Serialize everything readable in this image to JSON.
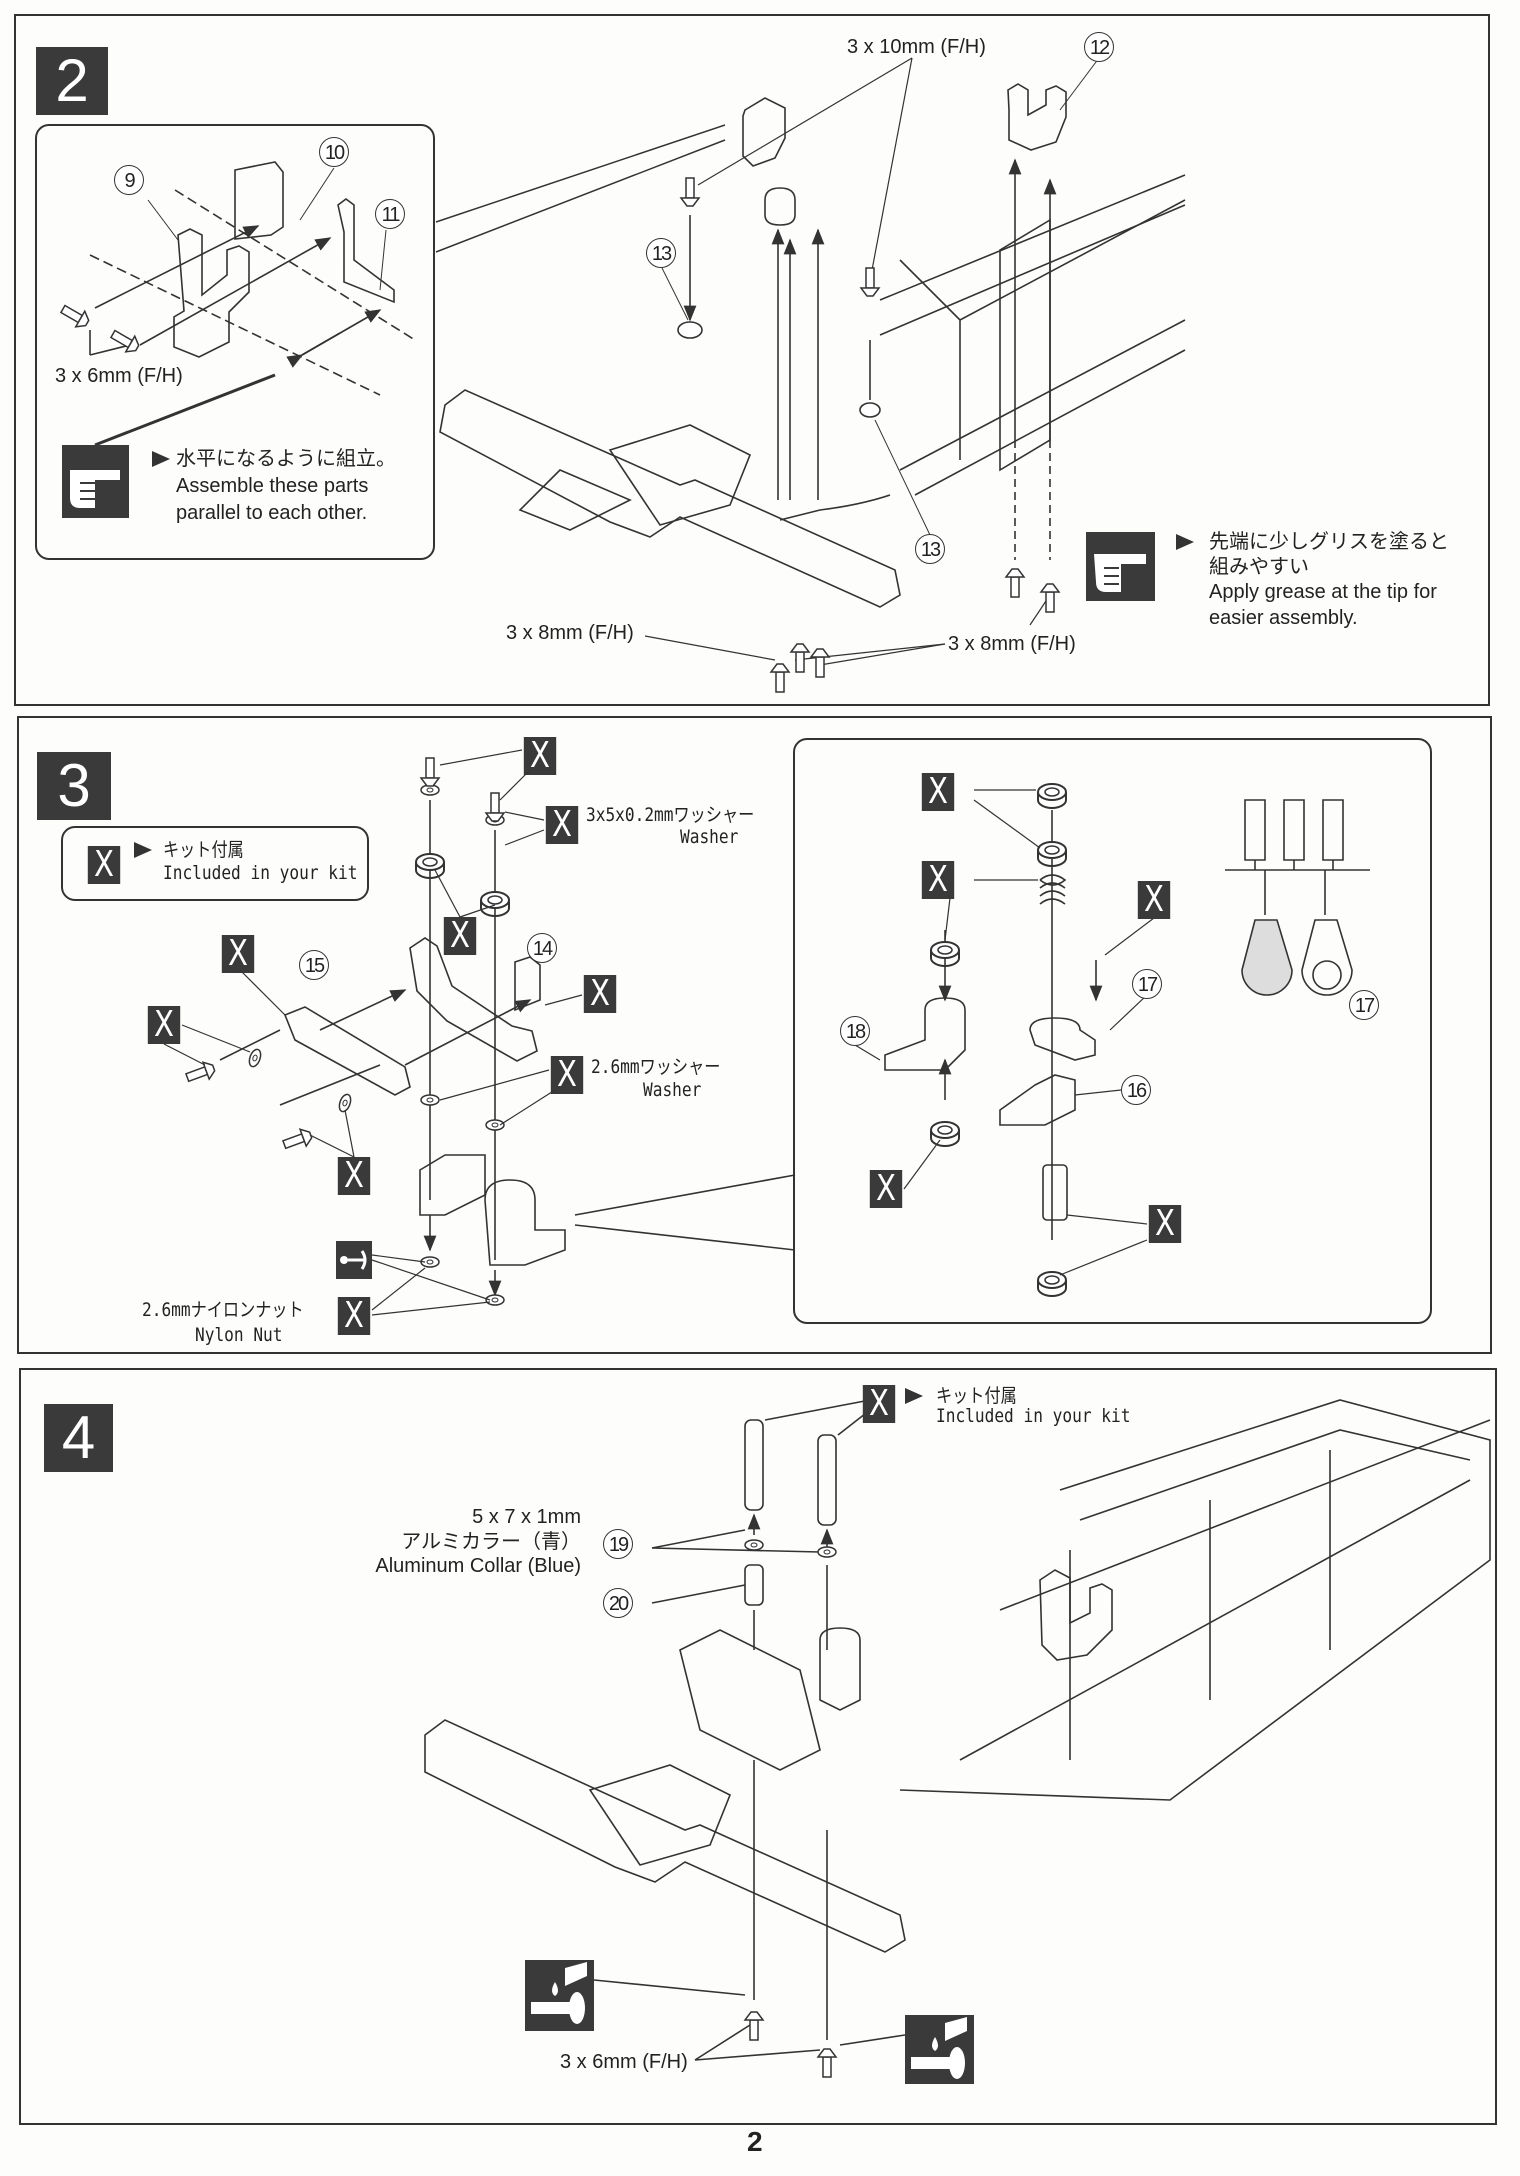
{
  "page_number": "2",
  "kit_mark": "X",
  "step2": {
    "number": "2",
    "inset": {
      "callouts": [
        "9",
        "10",
        "11"
      ],
      "screw_label": "3 x 6mm (F/H)",
      "note_jp": "水平になるように組立。",
      "note_en_line1": "Assemble these parts",
      "note_en_line2": "parallel to each other."
    },
    "screw_top_label": "3 x 10mm (F/H)",
    "callouts": [
      "12",
      "13",
      "13"
    ],
    "screw_bottom_left_label": "3 x 8mm (F/H)",
    "screw_bottom_right_label": "3 x 8mm (F/H)",
    "tip_jp_line1": "先端に少しグリスを塗ると",
    "tip_jp_line2": "組みやすい",
    "tip_en_line1": "Apply grease at the tip for",
    "tip_en_line2": "easier assembly.",
    "icons": [
      "pointing-hand-icon",
      "pointing-hand-icon"
    ]
  },
  "step3": {
    "number": "3",
    "legend": {
      "jp": "キット付属",
      "en": "Included in your kit"
    },
    "washer_small_jp": "3x5x0.2mmワッシャー",
    "washer_small_en": "Washer",
    "washer_26_jp": "2.6mmワッシャー",
    "washer_26_en": "Washer",
    "nylon_nut_jp": "2.6mmナイロンナット",
    "nylon_nut_en": "Nylon Nut",
    "callouts": [
      "15",
      "14"
    ],
    "inset_callouts": [
      "18",
      "17",
      "16",
      "17"
    ],
    "icons": [
      "anchor-wrench-icon"
    ]
  },
  "step4": {
    "number": "4",
    "kit_jp": "キット付属",
    "kit_en": "Included in your kit",
    "collar_size": "5 x 7 x 1mm",
    "collar_jp": "アルミカラー（青）",
    "collar_en": "Aluminum Collar (Blue)",
    "callouts": [
      "19",
      "20"
    ],
    "screw_label": "3 x 6mm (F/H)",
    "icons": [
      "threadlock-glue-icon",
      "threadlock-glue-icon"
    ]
  },
  "colors": {
    "ink": "#222222",
    "box_fill": "#3a3a3a",
    "paper": "#fdfdfb"
  }
}
